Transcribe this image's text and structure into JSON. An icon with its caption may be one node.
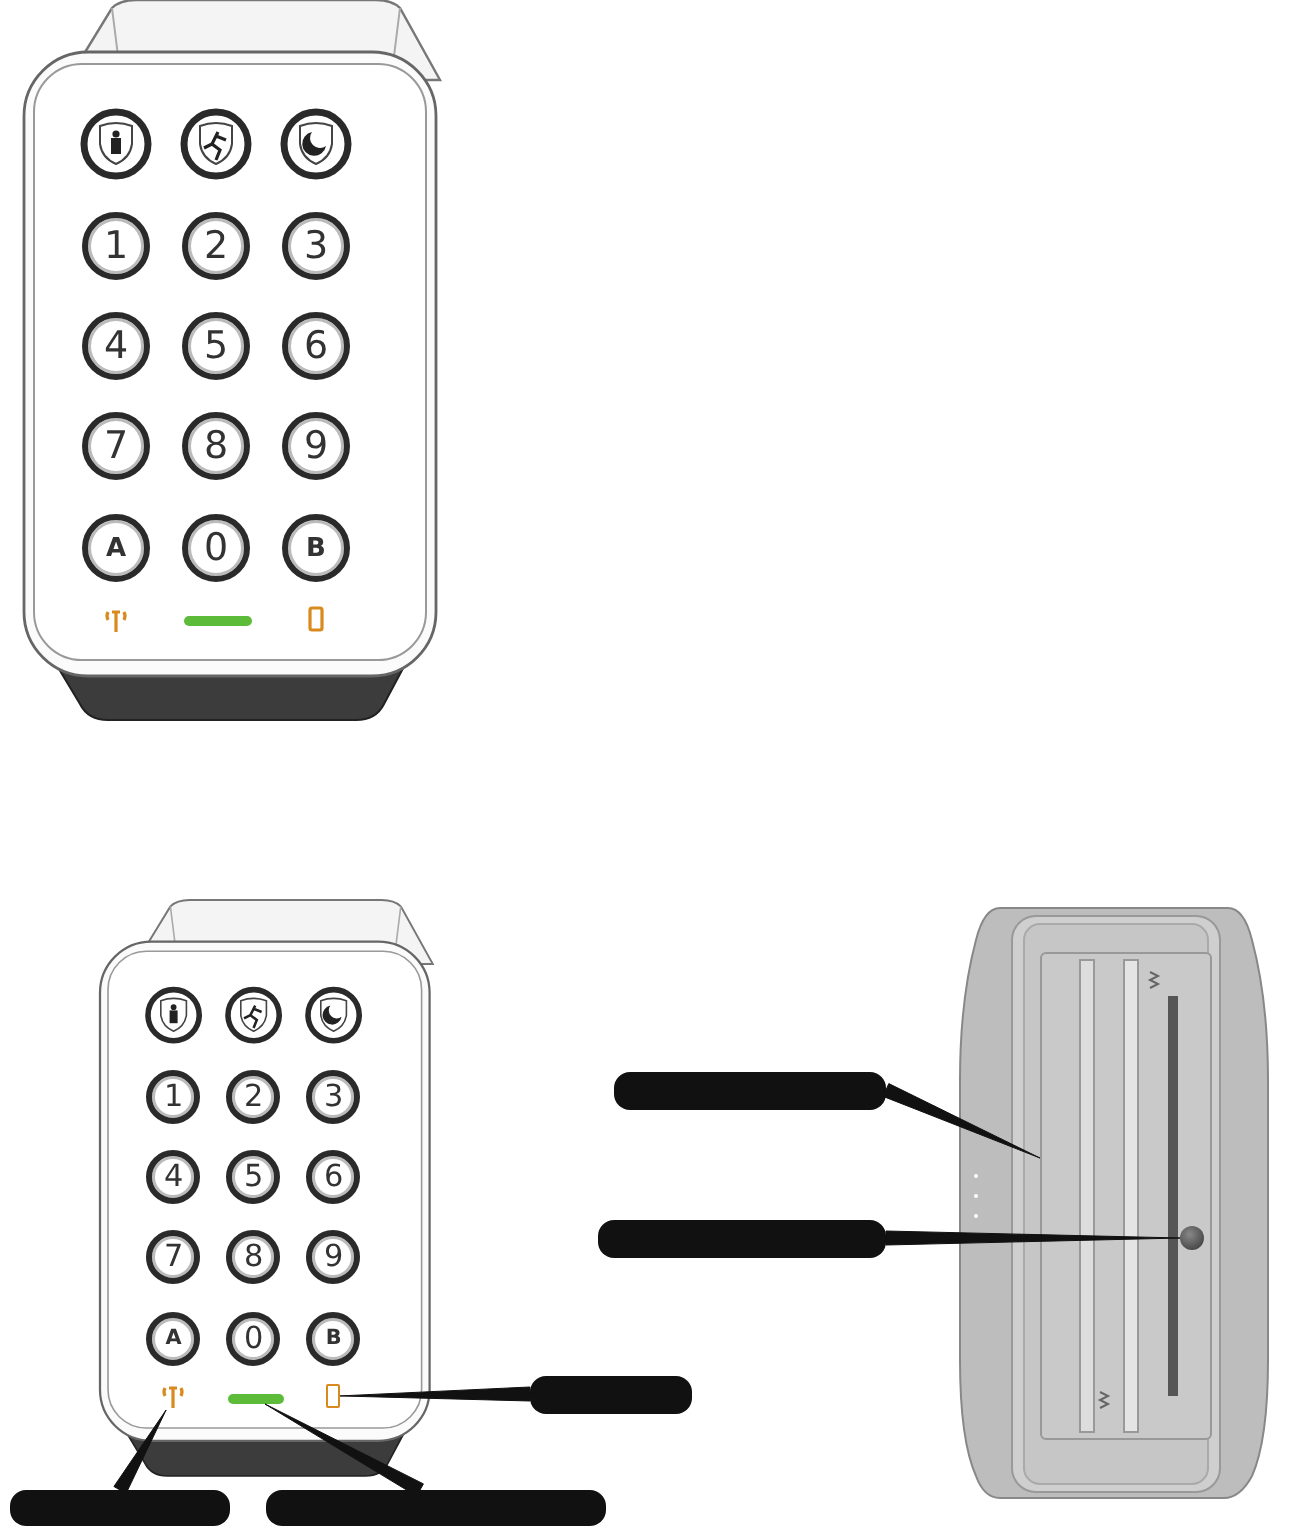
{
  "diagram": {
    "nodes": [
      {
        "text": [],
        "shape": "box"
      },
      {
        "text": [],
        "shape": "box"
      },
      {
        "text": [],
        "shape": "box"
      },
      {
        "text": [],
        "shape": "box"
      },
      {
        "text": [],
        "shape": "box"
      },
      {
        "text": [],
        "shape": "box"
      },
      {
        "text": [],
        "shape": "circle",
        "in": 5
      },
      {
        "text": [],
        "shape": "picture"
      },
      {
        "text": [],
        "shape": "bar"
      },
      {
        "text": [],
        "shape": "box"
      }
    ],
    "edges": [
      {
        "from": 0,
        "to": 5,
        "arrow": "none"
      },
      {
        "from": 1,
        "to": 6,
        "arrow": "none"
      },
      {
        "from": 2,
        "to": 9,
        "arrow": "none"
      },
      {
        "from": 3,
        "to": 7,
        "arrow": "none"
      },
      {
        "from": 4,
        "to": 8,
        "arrow": "none"
      }
    ],
    "labels": [
      "1",
      "2",
      "3",
      "4",
      "5",
      "6",
      "7",
      "8",
      "9",
      "A",
      "0",
      "B",
      "1",
      "2",
      "3",
      "4",
      "5",
      "6",
      "7",
      "8",
      "9",
      "A",
      "0",
      "B"
    ]
  }
}
